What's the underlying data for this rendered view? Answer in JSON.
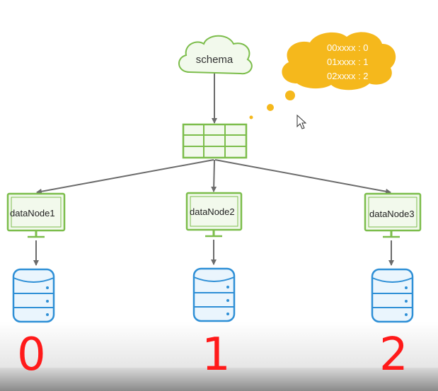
{
  "diagram": {
    "schema_label": "schema",
    "mapping_lines": [
      "00xxxx : 0",
      "01xxxx : 1",
      "02xxxx : 2"
    ],
    "nodes": [
      {
        "label": "dataNode1",
        "shard": "0"
      },
      {
        "label": "dataNode2",
        "shard": "1"
      },
      {
        "label": "dataNode3",
        "shard": "2"
      }
    ]
  },
  "colors": {
    "green": "#7cbd4b",
    "green_light": "#f2f9ec",
    "blue": "#2e8fd6",
    "blue_light": "#eaf5fd",
    "thought": "#f5b81c",
    "arrow": "#6b6b6b",
    "digit": "#ff1a1a"
  }
}
